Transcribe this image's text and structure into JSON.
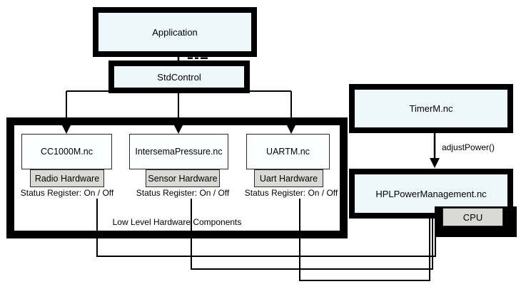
{
  "diagram": {
    "app_box": {
      "label": "Application"
    },
    "stdcontrol_box": {
      "label": "StdControl"
    },
    "hardware_container": {
      "label": "Low Level Hardware Components",
      "components": [
        {
          "module": "CC1000M.nc",
          "hardware": "Radio Hardware",
          "status": "Status Register: On / Off"
        },
        {
          "module": "IntersemaPressure.nc",
          "hardware": "Sensor Hardware",
          "status": "Status Register: On / Off"
        },
        {
          "module": "UARTM.nc",
          "hardware": "Uart Hardware",
          "status": "Status Register: On / Off"
        }
      ]
    },
    "timer_box": {
      "label": "TimerM.nc"
    },
    "power_box": {
      "label": "HPLPowerManagement.nc",
      "cpu_label": "CPU"
    },
    "timer_arrow_label": "adjustPower()",
    "colors": {
      "thick_box_fill": "#eef7fb",
      "component_fill": "#fcfeff",
      "hardware_gray": "#d9d9d6",
      "line": "#000000"
    }
  }
}
